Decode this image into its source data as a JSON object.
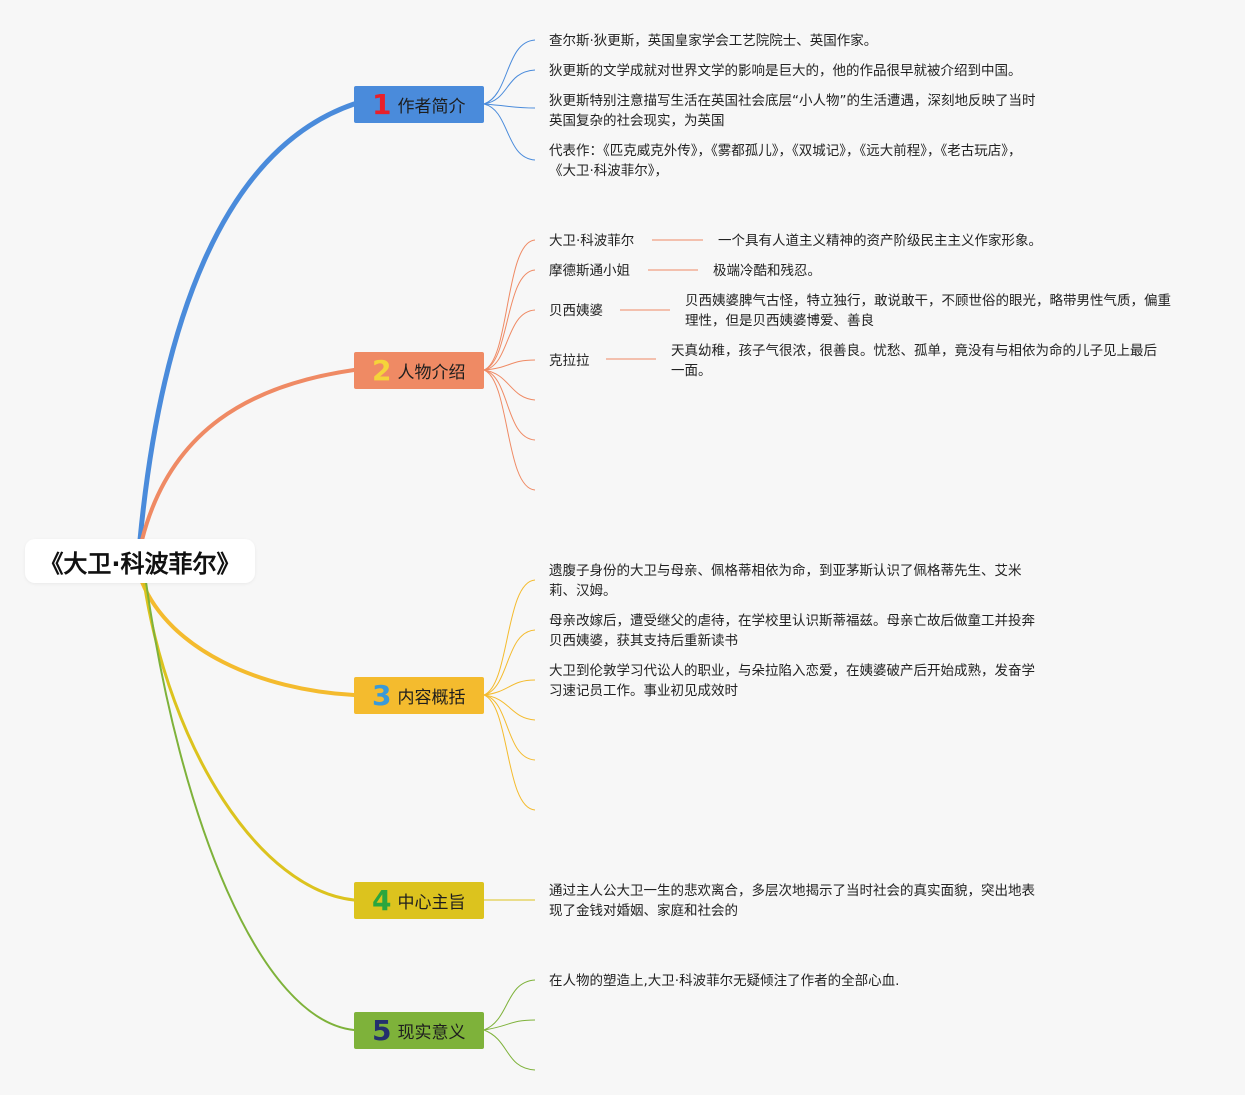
{
  "root": {
    "title": "《大卫·科波菲尔》"
  },
  "branches": [
    {
      "number": "1",
      "label": "作者简介",
      "color": "#4a8bdb",
      "items": [
        "查尔斯·狄更斯，英国皇家学会工艺院院士、英国作家。",
        "狄更斯的文学成就对世界文学的影响是巨大的，他的作品很早就被介绍到中国。",
        "狄更斯特别注意描写生活在英国社会底层“小人物”的生活遭遇，深刻地反映了当时英国复杂的社会现实，为英国",
        "代表作：《匹克威克外传》，《雾都孤儿》，《双城记》，《远大前程》，《老古玩店》，《大卫·科波菲尔》，"
      ]
    },
    {
      "number": "2",
      "label": "人物介绍",
      "color": "#ef8a64",
      "characters": [
        {
          "name": "大卫·科波菲尔",
          "desc": "一个具有人道主义精神的资产阶级民主主义作家形象。"
        },
        {
          "name": "摩德斯通小姐",
          "desc": "极端冷酷和残忍。"
        },
        {
          "name": "贝西姨婆",
          "desc": "贝西姨婆脾气古怪，特立独行，敢说敢干，不顾世俗的眼光，略带男性气质，偏重理性，但是贝西姨婆博爱、善良"
        },
        {
          "name": "克拉拉",
          "desc": "天真幼稚，孩子气很浓，很善良。忧愁、孤单，竟没有与相依为命的儿子见上最后一面。"
        }
      ]
    },
    {
      "number": "3",
      "label": "内容概括",
      "color": "#f4bb2e",
      "items": [
        "遗腹子身份的大卫与母亲、佩格蒂相依为命，到亚茅斯认识了佩格蒂先生、艾米莉、汉姆。",
        "母亲改嫁后，遭受继父的虐待，在学校里认识斯蒂福兹。母亲亡故后做童工并投奔贝西姨婆，获其支持后重新读书",
        "大卫到伦敦学习代讼人的职业，与朵拉陷入恋爱，在姨婆破产后开始成熟，发奋学习速记员工作。事业初见成效时"
      ]
    },
    {
      "number": "4",
      "label": "中心主旨",
      "color": "#dcc31e",
      "items": [
        "通过主人公大卫一生的悲欢离合，多层次地揭示了当时社会的真实面貌，突出地表现了金钱对婚姻、家庭和社会的"
      ]
    },
    {
      "number": "5",
      "label": "现实意义",
      "color": "#7eb23a",
      "items": [
        "在人物的塑造上,大卫·科波菲尔无疑倾注了作者的全部心血."
      ]
    }
  ]
}
